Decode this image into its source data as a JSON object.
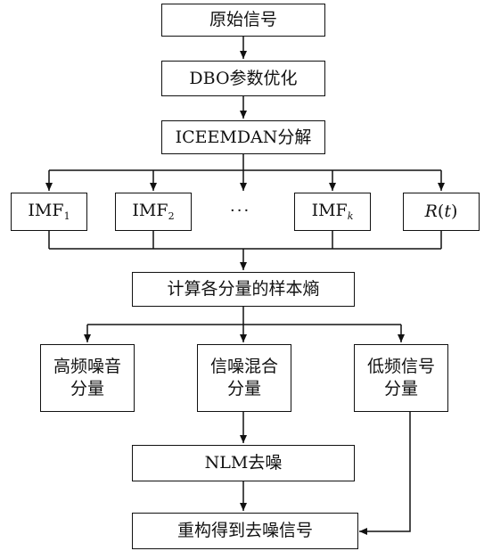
{
  "nodes": {
    "original_signal": "原始信号",
    "dbo_opt": "DBO参数优化",
    "iceemdan": "ICEEMDAN分解",
    "imf1": {
      "base": "IMF",
      "sub": "1"
    },
    "imf2": {
      "base": "IMF",
      "sub": "2"
    },
    "ellipsis": "···",
    "imfk": {
      "base": "IMF",
      "sub": "k"
    },
    "residual": {
      "r": "R",
      "open": "(",
      "t": "t",
      "close": ")"
    },
    "sample_entropy": "计算各分量的样本熵",
    "high_freq": {
      "line1": "高频噪音",
      "line2": "分量"
    },
    "mixed": {
      "line1": "信噪混合",
      "line2": "分量"
    },
    "low_freq": {
      "line1": "低频信号",
      "line2": "分量"
    },
    "nlm": "NLM去噪",
    "reconstruct": "重构得到去噪信号"
  },
  "colors": {
    "stroke": "#111111",
    "background": "#ffffff"
  }
}
